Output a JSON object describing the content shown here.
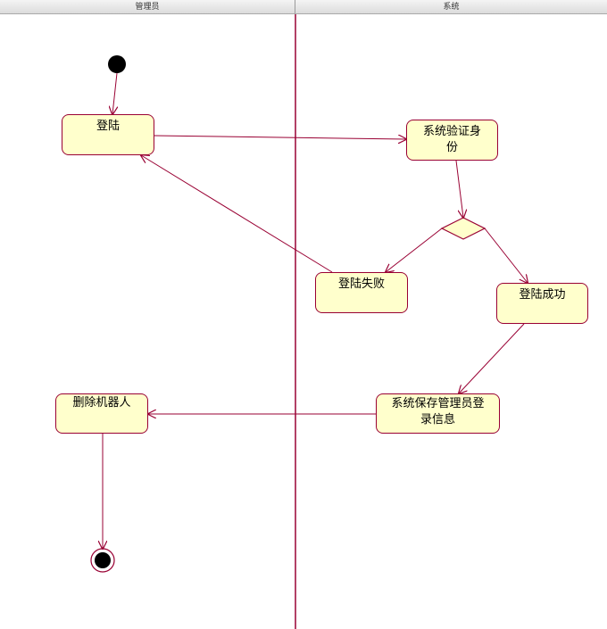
{
  "swimlanes": [
    {
      "id": "admin",
      "label": "管理员"
    },
    {
      "id": "system",
      "label": "系统"
    }
  ],
  "activities": {
    "login": "登陆",
    "verify": "系统验证身份",
    "fail": "登陆失败",
    "success": "登陆成功",
    "save": "系统保存管理员登录信息",
    "delete": "删除机器人"
  },
  "colors": {
    "line": "#990033",
    "activity_fill": "#ffffcc",
    "node_fill": "#000000"
  }
}
